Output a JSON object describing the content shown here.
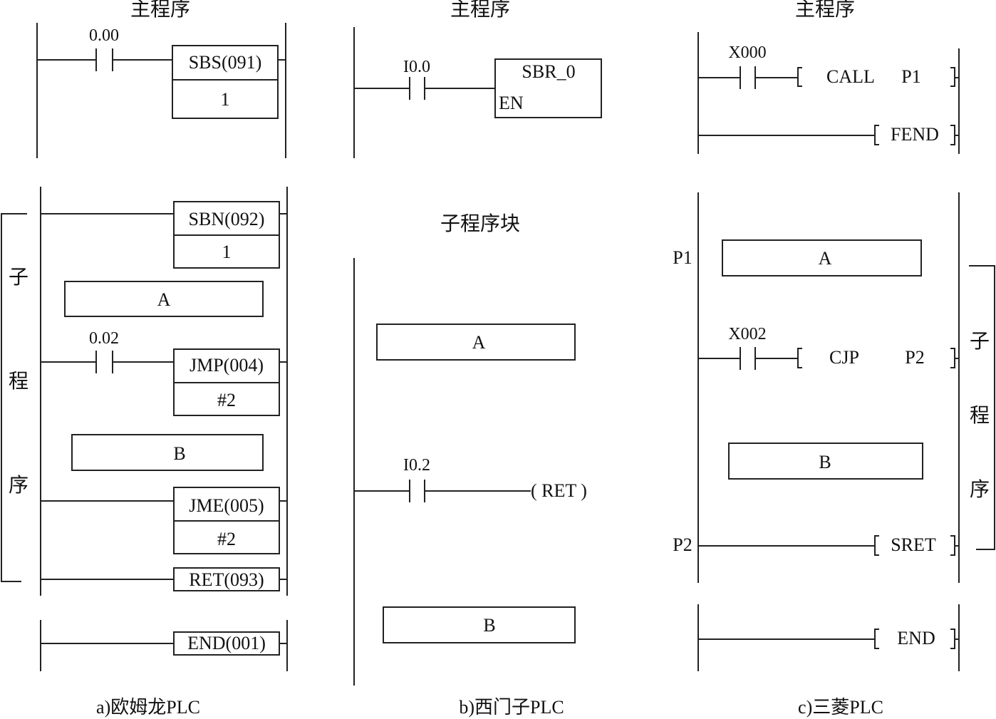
{
  "omron": {
    "main_title": "主程序",
    "main_contact": "0.00",
    "sbs_label": "SBS(091)",
    "sbs_operand": "1",
    "bracket_chars": [
      "子",
      "程",
      "序"
    ],
    "sbn_label": "SBN(092)",
    "sbn_operand": "1",
    "block_a": "A",
    "jmp_contact": "0.02",
    "jmp_label": "JMP(004)",
    "jmp_operand": "#2",
    "block_b": "B",
    "jme_label": "JME(005)",
    "jme_operand": "#2",
    "ret_label": "RET(093)",
    "end_label": "END(001)",
    "caption": "a)欧姆龙PLC"
  },
  "siemens": {
    "main_title": "主程序",
    "main_contact": "I0.0",
    "sbr_name": "SBR_0",
    "sbr_en": "EN",
    "sub_title": "子程序块",
    "block_a": "A",
    "ret_contact": "I0.2",
    "ret_coil": "( RET )",
    "block_b": "B",
    "caption": "b)西门子PLC"
  },
  "mitsubishi": {
    "main_title": "主程序",
    "main_contact": "X000",
    "call_instr": "CALL",
    "call_target": "P1",
    "fend_label": "FEND",
    "p1_label": "P1",
    "block_a": "A",
    "cjp_contact": "X002",
    "cjp_instr": "CJP",
    "cjp_target": "P2",
    "block_b": "B",
    "p2_label": "P2",
    "sret_label": "SRET",
    "end_label": "END",
    "bracket_chars": [
      "子",
      "程",
      "序"
    ],
    "caption": "c)三菱PLC"
  }
}
